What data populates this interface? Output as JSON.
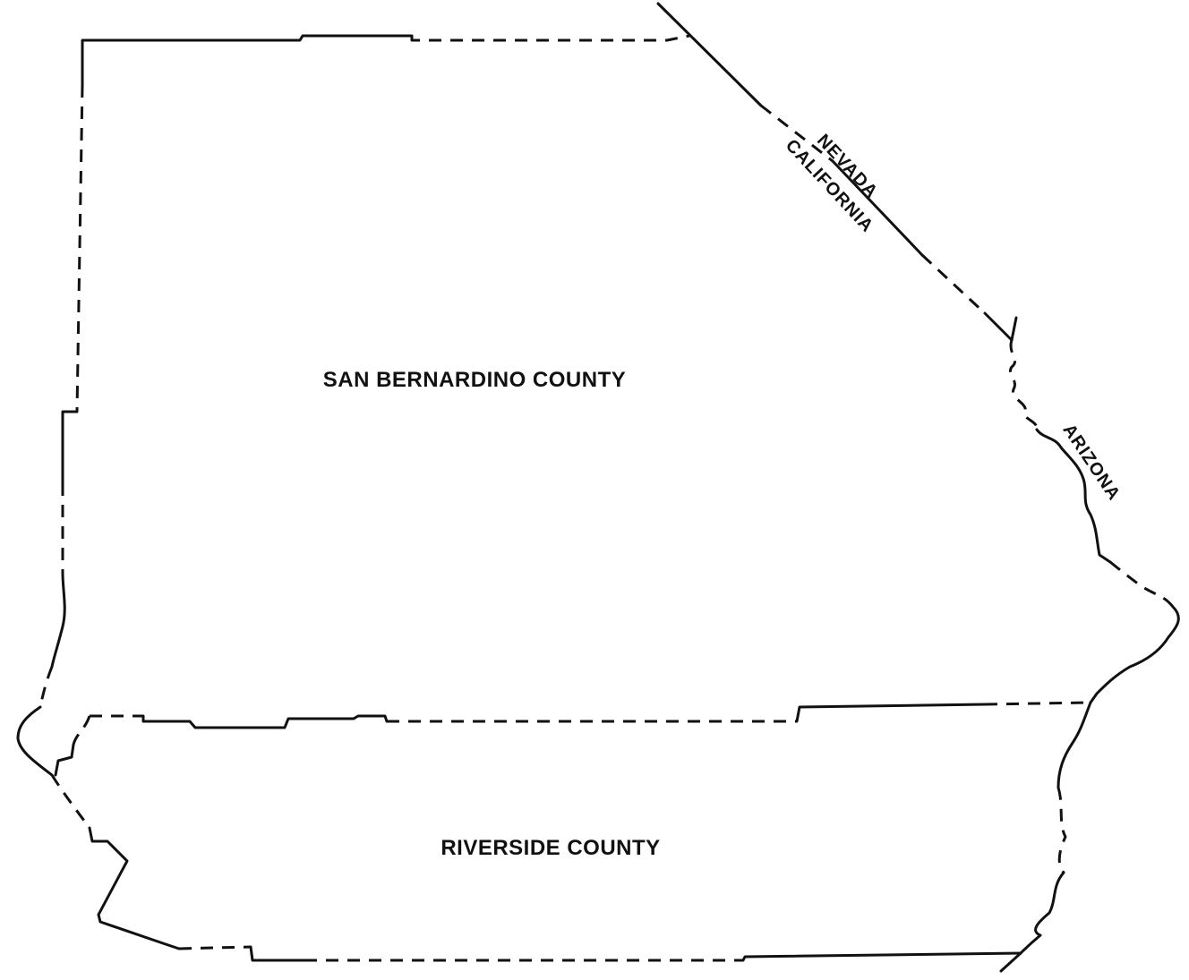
{
  "map": {
    "counties": [
      {
        "id": "san-bernardino",
        "label": "SAN BERNARDINO COUNTY"
      },
      {
        "id": "riverside",
        "label": "RIVERSIDE COUNTY"
      }
    ],
    "states": [
      {
        "id": "nevada",
        "label": "NEVADA"
      },
      {
        "id": "california",
        "label": "CALIFORNIA"
      },
      {
        "id": "arizona",
        "label": "ARIZONA"
      }
    ],
    "line_color": "#111111",
    "background_color": "#ffffff"
  }
}
